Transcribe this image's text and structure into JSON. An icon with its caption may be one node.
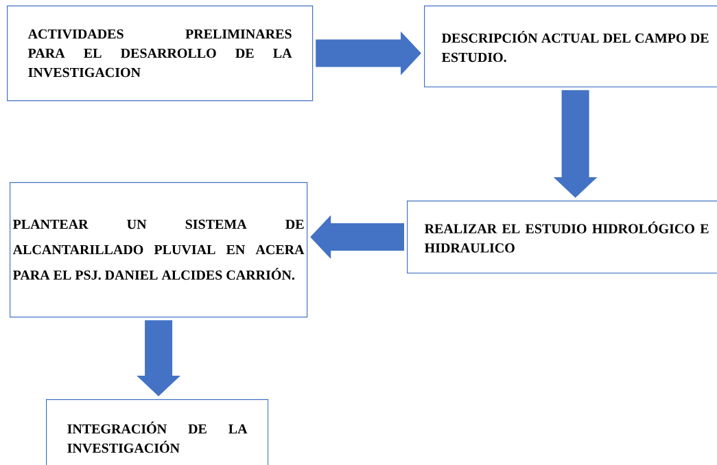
{
  "diagram": {
    "nodes": [
      {
        "text": [
          "ACTIVIDADES PRELIMINARES PARA EL DESARROLLO DE LA INVESTIGACION"
        ]
      },
      {
        "text": [
          "DESCRIPCIÓN ACTUAL DEL CAMPO DE ESTUDIO."
        ]
      },
      {
        "text": [
          "REALIZAR EL ESTUDIO HIDROLÓGICO E HIDRAULICO"
        ]
      },
      {
        "text": [
          "PLANTEAR UN SISTEMA DE ALCANTARILLADO PLUVIAL EN ACERA PARA EL PSJ. DANIEL ALCIDES CARRIÓN."
        ]
      },
      {
        "text": [
          "INTEGRACIÓN DE LA INVESTIGACIÓN"
        ]
      }
    ],
    "edges": [
      {
        "from": 0,
        "to": 1,
        "arrow": "to"
      },
      {
        "from": 1,
        "to": 2,
        "arrow": "to"
      },
      {
        "from": 2,
        "to": 3,
        "arrow": "to"
      },
      {
        "from": 3,
        "to": 4,
        "arrow": "to"
      }
    ]
  }
}
